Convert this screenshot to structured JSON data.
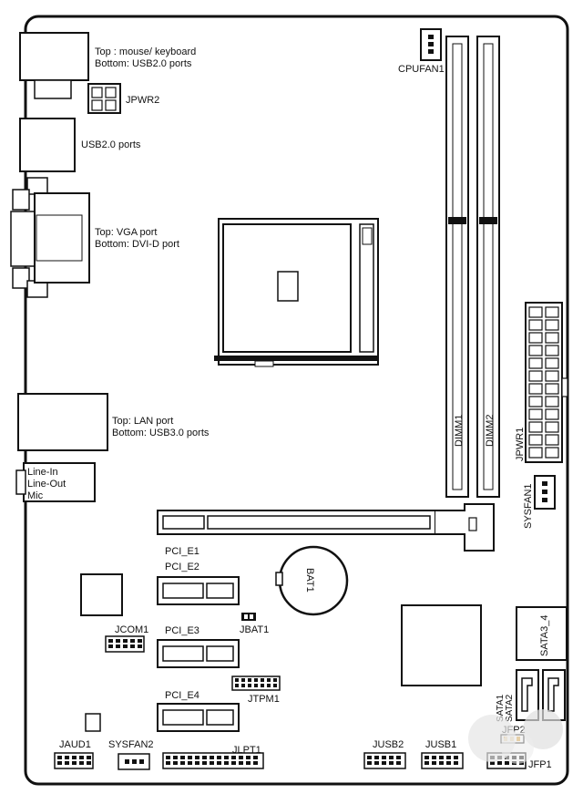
{
  "labels": {
    "io_mouse_kb": [
      "Top : mouse/ keyboard",
      "Bottom: USB2.0 ports"
    ],
    "io_usb2": "USB2.0 ports",
    "io_vga": [
      "Top: VGA port",
      "Bottom: DVI-D port"
    ],
    "io_lan": [
      "Top: LAN port",
      "Bottom: USB3.0 ports"
    ],
    "io_audio": [
      "Line-In",
      "Line-Out",
      "Mic"
    ],
    "jpwr2": "JPWR2",
    "cpufan1": "CPUFAN1",
    "dimm1": "DIMM1",
    "dimm2": "DIMM2",
    "jpwr1": "JPWR1",
    "sysfan1": "SYSFAN1",
    "pci_e1": "PCI_E1",
    "pci_e2": "PCI_E2",
    "pci_e3": "PCI_E3",
    "pci_e4": "PCI_E4",
    "bat1": "BAT1",
    "jbat1": "JBAT1",
    "jcom1": "JCOM1",
    "jtpm1": "JTPM1",
    "jaud1": "JAUD1",
    "sysfan2": "SYSFAN2",
    "jlpt1": "JLPT1",
    "jusb2": "JUSB2",
    "jusb1": "JUSB1",
    "sata3_4": "SATA3_4",
    "sata1": "SATA1",
    "sata2": "SATA2",
    "jfp2": "JFP2",
    "jfp1": "JFP1"
  },
  "colors": {
    "line": "#111111",
    "background": "#ffffff",
    "highlight": "#d9a441"
  }
}
